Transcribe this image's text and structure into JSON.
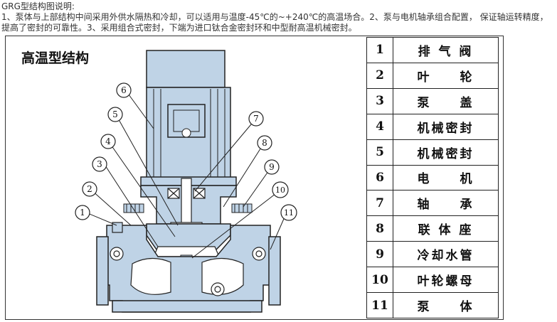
{
  "intro": {
    "title": "GRG型结构图说明:",
    "text": "1、泵体与上部结构中间采用外供水隔热和冷却，可以适用与温度-45℃的~+240℃的高温场合。2、泵与电机轴承组合配置， 保证轴运转精度，提高了密封的可靠性。3、采用组合式密封，下端为进口钛合金密封环和中型耐高温机械密封。"
  },
  "diagram": {
    "title": "高温型结构",
    "callouts": [
      "1",
      "2",
      "3",
      "4",
      "5",
      "6",
      "7",
      "8",
      "9",
      "10",
      "11"
    ]
  },
  "parts": [
    {
      "num": "1",
      "name": "排 气 阀"
    },
    {
      "num": "2",
      "name": "叶　　轮"
    },
    {
      "num": "3",
      "name": "泵　　盖"
    },
    {
      "num": "4",
      "name": "机械密封"
    },
    {
      "num": "5",
      "name": "机械密封"
    },
    {
      "num": "6",
      "name": "电　　机"
    },
    {
      "num": "7",
      "name": "轴　　承"
    },
    {
      "num": "8",
      "name": "联 体 座"
    },
    {
      "num": "9",
      "name": "冷却水管"
    },
    {
      "num": "10",
      "name": "叶轮螺母"
    },
    {
      "num": "11",
      "name": "泵　　体"
    }
  ],
  "colors": {
    "body_fill": "#bfd3e6",
    "line": "#222222",
    "text": "#333333"
  }
}
